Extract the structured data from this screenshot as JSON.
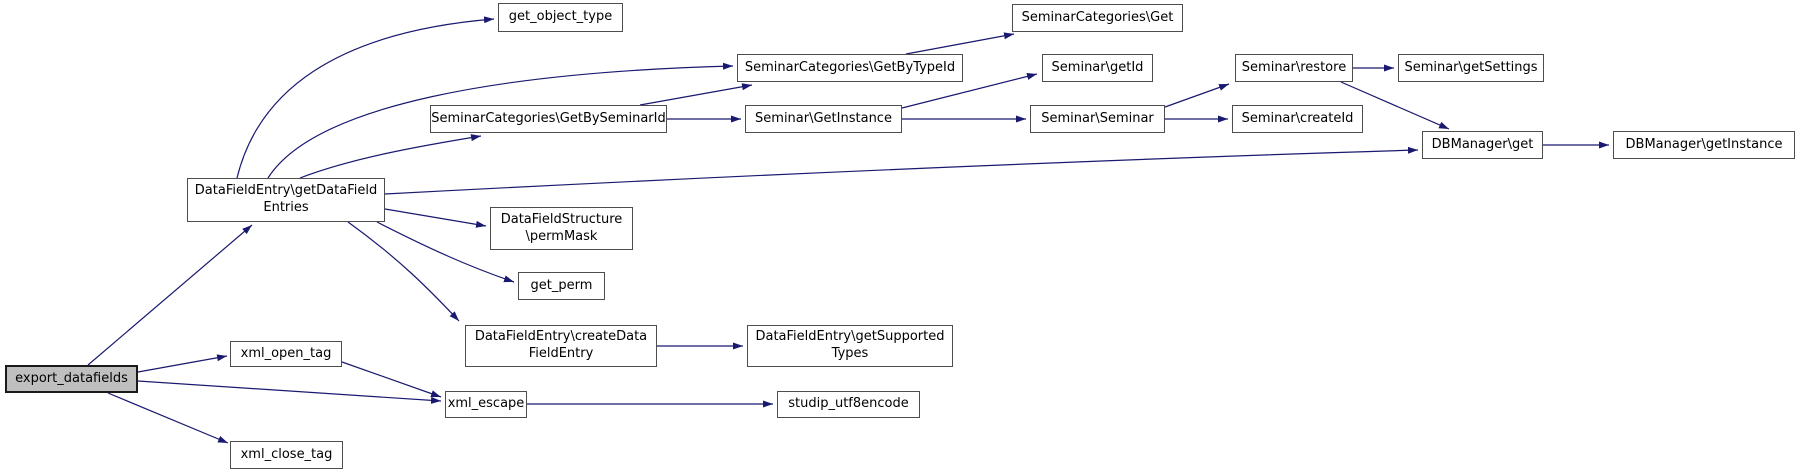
{
  "graph": {
    "type": "call-graph",
    "colors": {
      "edge": "#191970",
      "node_fill": "#ffffff",
      "node_border": "#4d4d4d",
      "highlight_fill": "#bfbfbf",
      "highlight_border": "#1a1a1a",
      "text": "#000000",
      "background": "#ffffff"
    },
    "nodes": {
      "export_datafields": {
        "label": "export_datafields",
        "lines": [
          "export_datafields"
        ],
        "highlighted": true,
        "calls": [
          "datafieldentry_getdatafieldentries",
          "xml_open_tag",
          "xml_escape",
          "xml_close_tag"
        ]
      },
      "datafieldentry_getdatafieldentries": {
        "label": "DataFieldEntry\\getDataFieldEntries",
        "lines": [
          "DataFieldEntry\\getDataField",
          "Entries"
        ],
        "highlighted": false,
        "calls": [
          "get_object_type",
          "seminarcategories_getbytypeid",
          "seminarcategories_getbyseminarid",
          "dbmanager_get",
          "datafieldstructure_permmask",
          "get_perm",
          "datafieldentry_createdatafieldentry"
        ]
      },
      "get_object_type": {
        "label": "get_object_type",
        "lines": [
          "get_object_type"
        ],
        "highlighted": false,
        "calls": []
      },
      "seminarcategories_get": {
        "label": "SeminarCategories\\Get",
        "lines": [
          "SeminarCategories\\Get"
        ],
        "highlighted": false,
        "calls": []
      },
      "seminarcategories_getbytypeid": {
        "label": "SeminarCategories\\GetByTypeId",
        "lines": [
          "SeminarCategories\\GetByTypeId"
        ],
        "highlighted": false,
        "calls": [
          "seminarcategories_get"
        ]
      },
      "seminarcategories_getbyseminarid": {
        "label": "SeminarCategories\\GetBySeminarId",
        "lines": [
          "SeminarCategories\\GetBySeminarId"
        ],
        "highlighted": false,
        "calls": [
          "seminarcategories_getbytypeid",
          "seminar_getinstance"
        ]
      },
      "seminar_getinstance": {
        "label": "Seminar\\GetInstance",
        "lines": [
          "Seminar\\GetInstance"
        ],
        "highlighted": false,
        "calls": [
          "seminar_getid",
          "seminar_seminar"
        ]
      },
      "seminar_getid": {
        "label": "Seminar\\getId",
        "lines": [
          "Seminar\\getId"
        ],
        "highlighted": false,
        "calls": []
      },
      "seminar_seminar": {
        "label": "Seminar\\Seminar",
        "lines": [
          "Seminar\\Seminar"
        ],
        "highlighted": false,
        "calls": [
          "seminar_restore",
          "seminar_createid"
        ]
      },
      "seminar_restore": {
        "label": "Seminar\\restore",
        "lines": [
          "Seminar\\restore"
        ],
        "highlighted": false,
        "calls": [
          "seminar_getsettings",
          "dbmanager_get"
        ]
      },
      "seminar_getsettings": {
        "label": "Seminar\\getSettings",
        "lines": [
          "Seminar\\getSettings"
        ],
        "highlighted": false,
        "calls": []
      },
      "seminar_createid": {
        "label": "Seminar\\createId",
        "lines": [
          "Seminar\\createId"
        ],
        "highlighted": false,
        "calls": []
      },
      "dbmanager_get": {
        "label": "DBManager\\get",
        "lines": [
          "DBManager\\get"
        ],
        "highlighted": false,
        "calls": [
          "dbmanager_getinstance"
        ]
      },
      "dbmanager_getinstance": {
        "label": "DBManager\\getInstance",
        "lines": [
          "DBManager\\getInstance"
        ],
        "highlighted": false,
        "calls": []
      },
      "datafieldstructure_permmask": {
        "label": "DataFieldStructure\\permMask",
        "lines": [
          "DataFieldStructure",
          "\\permMask"
        ],
        "highlighted": false,
        "calls": []
      },
      "get_perm": {
        "label": "get_perm",
        "lines": [
          "get_perm"
        ],
        "highlighted": false,
        "calls": []
      },
      "datafieldentry_createdatafieldentry": {
        "label": "DataFieldEntry\\createDataFieldEntry",
        "lines": [
          "DataFieldEntry\\createData",
          "FieldEntry"
        ],
        "highlighted": false,
        "calls": [
          "datafieldentry_getsupportedtypes"
        ]
      },
      "datafieldentry_getsupportedtypes": {
        "label": "DataFieldEntry\\getSupportedTypes",
        "lines": [
          "DataFieldEntry\\getSupported",
          "Types"
        ],
        "highlighted": false,
        "calls": []
      },
      "xml_open_tag": {
        "label": "xml_open_tag",
        "lines": [
          "xml_open_tag"
        ],
        "highlighted": false,
        "calls": [
          "xml_escape"
        ]
      },
      "xml_escape": {
        "label": "xml_escape",
        "lines": [
          "xml_escape"
        ],
        "highlighted": false,
        "calls": [
          "studip_utf8encode"
        ]
      },
      "studip_utf8encode": {
        "label": "studip_utf8encode",
        "lines": [
          "studip_utf8encode"
        ],
        "highlighted": false,
        "calls": []
      },
      "xml_close_tag": {
        "label": "xml_close_tag",
        "lines": [
          "xml_close_tag"
        ],
        "highlighted": false,
        "calls": []
      }
    }
  }
}
